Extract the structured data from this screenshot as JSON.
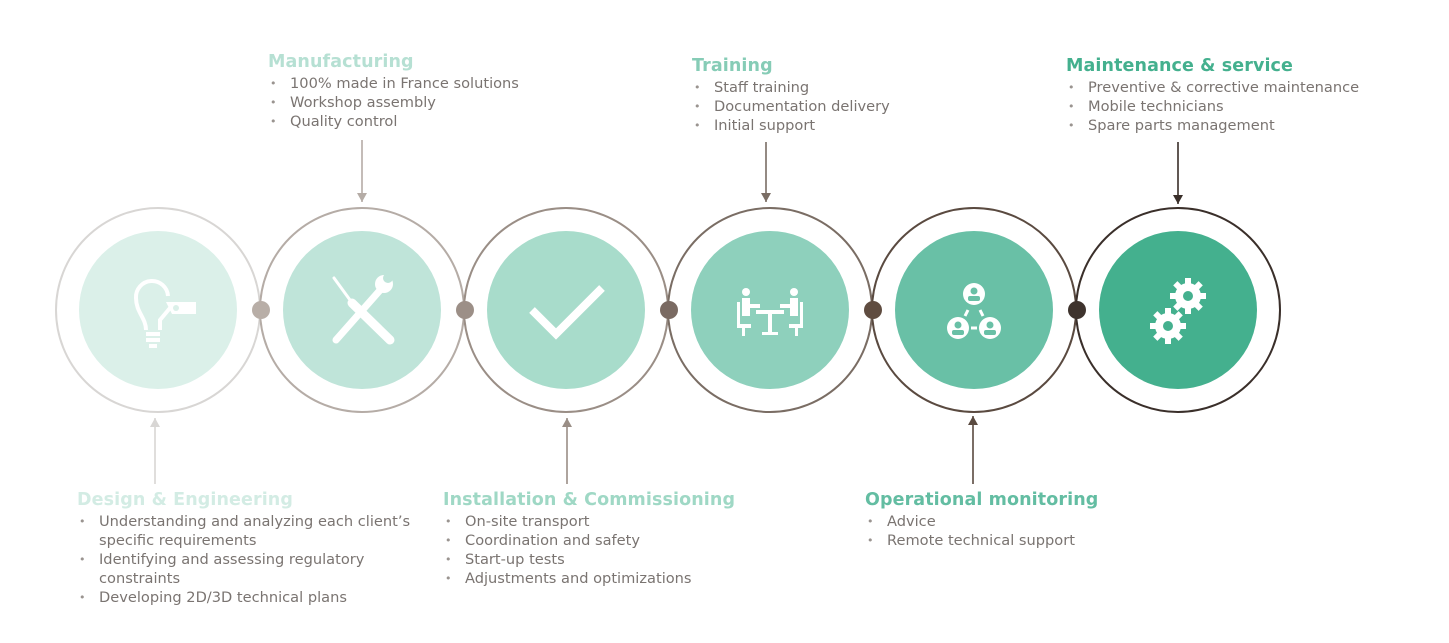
{
  "stages": [
    {
      "title": "Design & Engineering",
      "icon": "lightbulb-tag-icon",
      "fill": "#dbf0e9",
      "ring": "#d8d6d4",
      "title_color": "#d3ece4",
      "bullets": [
        "Understanding and analyzing each client’s specific requirements",
        "Identifying and assessing regulatory constraints",
        "Developing 2D/3D technical plans"
      ]
    },
    {
      "title": "Manufacturing",
      "icon": "tools-icon",
      "fill": "#bfe4d9",
      "ring": "#b5aca6",
      "title_color": "#b6e0d3",
      "bullets": [
        "100% made in France solutions",
        "Workshop assembly",
        "Quality control"
      ]
    },
    {
      "title": "Installation & Commissioning",
      "icon": "checkmark-icon",
      "fill": "#a8dccb",
      "ring": "#9a8e86",
      "title_color": "#9fd8c5",
      "bullets": [
        "On-site transport",
        "Coordination and safety",
        "Start-up tests",
        "Adjustments and optimizations"
      ]
    },
    {
      "title": "Training",
      "icon": "meeting-icon",
      "fill": "#8ed0bc",
      "ring": "#7a6d64",
      "title_color": "#86ccb6",
      "bullets": [
        "Staff training",
        "Documentation delivery",
        "Initial support"
      ]
    },
    {
      "title": "Operational monitoring",
      "icon": "network-users-icon",
      "fill": "#69c0a6",
      "ring": "#5a4a40",
      "title_color": "#63bda2",
      "bullets": [
        "Advice",
        "Remote technical support"
      ]
    },
    {
      "title": "Maintenance & service",
      "icon": "gears-icon",
      "fill": "#44b08e",
      "ring": "#3a2f2a",
      "title_color": "#44b08e",
      "bullets": [
        "Preventive & corrective maintenance",
        "Mobile technicians",
        "Spare parts management"
      ]
    }
  ],
  "connector_colors": [
    "#b8aea7",
    "#9c8f87",
    "#7a6a62",
    "#5f4c40",
    "#3e332d"
  ]
}
